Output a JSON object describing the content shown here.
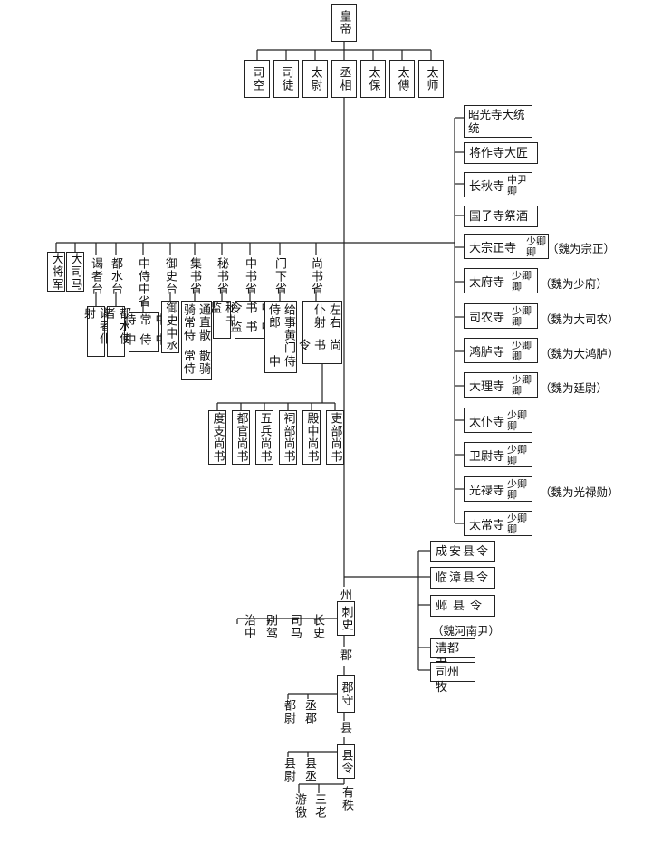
{
  "emperor": "皇帝",
  "three_excellencies": [
    "司空",
    "司徒",
    "太尉",
    "丞相",
    "太保",
    "太傅",
    "太师"
  ],
  "ministers": [
    {
      "main": "昭光寺大统统",
      "note": ""
    },
    {
      "main": "将作寺大匠",
      "note": ""
    },
    {
      "main": "长秋寺",
      "sup": "中尹",
      "sub": "卿",
      "note": ""
    },
    {
      "main": "国子寺祭酒",
      "note": ""
    },
    {
      "main": "大宗正寺",
      "sup": "少卿",
      "sub": "卿",
      "note": "（魏为宗正）"
    },
    {
      "main": "太府寺",
      "sup": "少卿",
      "sub": "卿",
      "note": "（魏为少府）"
    },
    {
      "main": "司农寺",
      "sup": "少卿",
      "sub": "卿",
      "note": "（魏为大司农）"
    },
    {
      "main": "鸿胪寺",
      "sup": "少卿",
      "sub": "卿",
      "note": "（魏为大鸿胪）"
    },
    {
      "main": "大理寺",
      "sup": "少卿",
      "sub": "卿",
      "note": "（魏为廷尉）"
    },
    {
      "main": "太仆寺",
      "sup": "少卿",
      "sub": "卿",
      "note": ""
    },
    {
      "main": "卫尉寺",
      "sup": "少卿",
      "sub": "卿",
      "note": ""
    },
    {
      "main": "光禄寺",
      "sup": "少卿",
      "sub": "卿",
      "note": "（魏为光禄勋）"
    },
    {
      "main": "太常寺",
      "sup": "少卿",
      "sub": "卿",
      "note": ""
    }
  ],
  "central": {
    "generals": [
      "大将军",
      "大司马"
    ],
    "yezhe_tai": "谒者台",
    "yezhe_pushe": "谒者仆射",
    "dushui_tai": "都水台",
    "dushui_shizhe": "都水使者",
    "zhongshi_zhongsheng": "中侍中省",
    "zhongshi_officials": [
      "中侍中",
      "中常侍"
    ],
    "yushi_tai": "御史台",
    "yushi_zhongcheng": "御史中丞",
    "jishu_sheng": "集书省",
    "jishu_officials": [
      "散骑常侍",
      "通直散骑常侍"
    ],
    "mishu_sheng": "秘书省",
    "mishu_jian": "秘书监",
    "zhongshu_sheng": "中书省",
    "zhongshu_officials": [
      "中书监",
      "中书令"
    ],
    "menxia_sheng": "门下省",
    "menxia_officials": [
      "侍中",
      "给事黄门侍郎"
    ],
    "shangshu_sheng": "尚书省",
    "shangshu_officials": [
      "尚书令",
      "左右仆射"
    ],
    "six_boards": [
      "度支尚书",
      "都官尚书",
      "五兵尚书",
      "祠部尚书",
      "殿中尚书",
      "吏部尚书"
    ]
  },
  "local": {
    "capital_counties": [
      "成安县令",
      "临漳县令",
      "邺县令"
    ],
    "henan_note": "（魏河南尹）",
    "qingdu_yin": "清都尹",
    "sizhou_mu": "司州牧",
    "zhou_label": "州",
    "cishi": "刺史",
    "zhou_staff": [
      "治中",
      "别驾",
      "司马",
      "长史"
    ],
    "jun_label": "郡",
    "junshou": "郡守",
    "jun_staff": [
      "都尉",
      "丞郡"
    ],
    "xian_label": "县",
    "xianling": "县令",
    "xian_staff": [
      "县尉",
      "县丞"
    ],
    "xiang_staff": [
      "游徼",
      "三老",
      "有秩"
    ]
  }
}
